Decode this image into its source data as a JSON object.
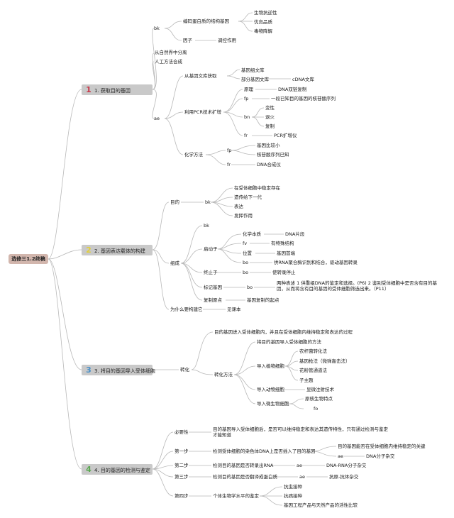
{
  "root": "选修三1.2终稿",
  "colors": {
    "line": "#b8b8b8",
    "root_bg": "#d2b6ad",
    "sec_bg": "#c9c9c9",
    "n1": "#c8384a",
    "n2": "#e2cf3a",
    "n3": "#4a90c8",
    "n4": "#5aa850"
  },
  "s1": {
    "num": "1",
    "label": "1. 获取目的基因",
    "bk": "bk",
    "bk_a": "编码蛋白质的结构基因",
    "bk_a1": "生物抗逆性",
    "bk_a2": "优良品质",
    "bk_a3": "毒物降解",
    "bk_b": "因子",
    "bk_b1": "调控作用",
    "src1": "从自然界中分离",
    "src2": "人工方法合成",
    "ae": "ae",
    "lib": "从基因文库获取",
    "lib1": "基因组文库",
    "lib2": "部分基因文库",
    "lib2a": "cDNA文库",
    "pcr": "利用PCR技术扩增",
    "p1": "原理",
    "p1a": "DNA双链复制",
    "p2": "fp",
    "p2a": "一段已知目的基因的核苷酸序列",
    "p3": "bn",
    "p3a": "变性",
    "p3b": "退火",
    "p3c": "复制",
    "p4": "fr",
    "p4a": "PCR扩增仪",
    "chem": "化学方法",
    "c1": "fp",
    "c1a": "基因比较小",
    "c1b": "核苷酸序列已知",
    "c2": "fr",
    "c2a": "DNA合成仪"
  },
  "s2": {
    "num": "2",
    "label": "2. 基因表达载体的构建",
    "g": "目的",
    "g_bk": "bk",
    "g1": "在受体细胞中稳定存在",
    "g2": "遗传给下一代",
    "g3": "表达",
    "g4": "发挥作用",
    "comp": "组成",
    "c_bk": "bk",
    "prom": "启动子",
    "pr1": "化学本质",
    "pr1a": "DNA片段",
    "pr2": "fv",
    "pr2a": "有特殊结构",
    "pr3": "位置",
    "pr3a": "基因首端",
    "pr4": "bo",
    "pr4a": "供RNA聚合酶识别和结合，驱动基因转录",
    "term": "终止子",
    "t1": "bo",
    "t1a": "使转录停止",
    "mark": "标记基因",
    "m1": "bo",
    "m1a": "两种表述 1 供重组DNA的鉴定和选择。(P6) 2 鉴别受体细胞中是否含有目的基因，从而将含有目的基因的受体细胞筛选出来。（P11）",
    "ori": "复制原点",
    "ori_a": "基因复制的起点",
    "why": "为什么要构建它",
    "why_a": "见课本"
  },
  "s3": {
    "num": "3",
    "label": "3. 将目的基因导入受体细胞",
    "tr": "转化",
    "def": "目的基因进入受体细胞内，并且在受体细胞内维持稳定和表达的过程",
    "m": "转化方法",
    "m_h": "将目的基因导入受体细胞的方法",
    "pl": "导入植物细胞",
    "pl1": "农杆菌转化法",
    "pl2": "基因枪法（微弹轰击法）",
    "pl3": "花粉管通道法",
    "pl4": "子主题",
    "an": "导入动物细胞",
    "an1": "显微注射技术",
    "mi": "导入微生物细胞",
    "mi1": "原核生物特点",
    "mi2": "fo"
  },
  "s4": {
    "num": "4",
    "label": "4. 目的基因的检测与鉴定",
    "nec": "必要性",
    "nec_a": "目的基因导入受体细胞后，是否可以维持稳定和表达其遗传特性，只有通过检测与鉴定才能知道",
    "st1": "第一步",
    "st1_a": "检测受体细胞的染色体DNA上是否插入了目的基因",
    "st1_b": "目的基因能否在受体细胞内维持稳定的关键",
    "st1_c": "ae",
    "st1_d": "DNA分子杂交",
    "st2": "第二步",
    "st2_a": "检测目的基因是否转录出RNA",
    "st2_b": "ae",
    "st2_c": "DNA-RNA分子杂交",
    "st3": "第三步",
    "st3_a": "检测目的基因是否翻译成蛋白质",
    "st3_b": "ae",
    "st3_c": "抗原-抗体杂交",
    "st4": "第四步",
    "st4_a": "个体生物学水平的鉴定",
    "st4_b": "抗虫接种",
    "st4_c": "抗病接种",
    "st4_d": "基因工程产品与天然产品的活性比较"
  }
}
